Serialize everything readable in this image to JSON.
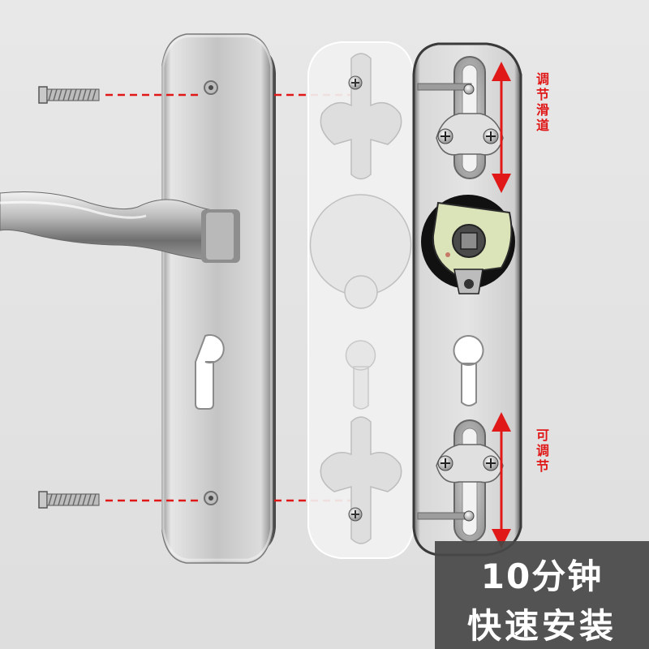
{
  "labels": {
    "adjust_slide": "调节滑道",
    "adjustable": "可调节"
  },
  "banner": {
    "line1": "10分钟",
    "line2": "快速安装"
  },
  "colors": {
    "background": "#e2e2e2",
    "accent_red": "#e01818",
    "banner_bg": "#484848",
    "steel": "#c8c8c8"
  }
}
